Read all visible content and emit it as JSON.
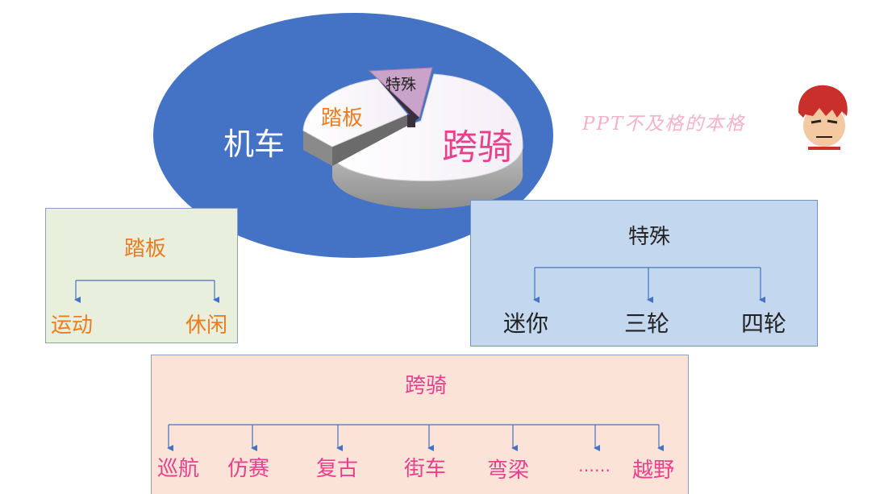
{
  "main": {
    "title": "机车",
    "pie_labels": {
      "scooter": "踏板",
      "special": "特殊",
      "cruiser": "跨骑"
    }
  },
  "watermark": "PPT不及格的本格",
  "scooter_box": {
    "title": "踏板",
    "items": [
      "运动",
      "休闲"
    ]
  },
  "special_box": {
    "title": "特殊",
    "items": [
      "迷你",
      "三轮",
      "四轮"
    ]
  },
  "cruiser_box": {
    "title": "跨骑",
    "items": [
      "巡航",
      "仿赛",
      "复古",
      "街车",
      "弯梁",
      "……",
      "越野"
    ]
  },
  "colors": {
    "ellipse": "#4472c4",
    "orange": "#ec7c1f",
    "pink": "#e8408c",
    "special_slice": "#c9a3c9"
  }
}
